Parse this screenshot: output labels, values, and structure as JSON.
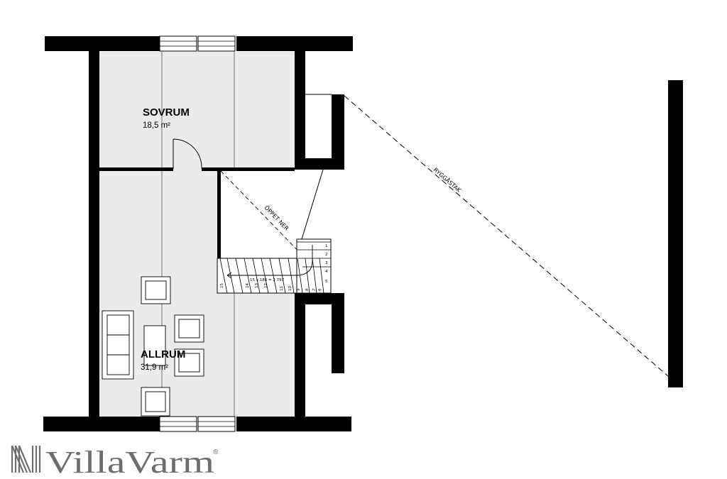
{
  "rooms": {
    "sovrum": {
      "name": "SOVRUM",
      "area": "18,5 m²"
    },
    "allrum": {
      "name": "ALLRUM",
      "area": "31,9 m²"
    }
  },
  "labels": {
    "stair_open": "ÖPPET NER",
    "roof_ridge": "RYGGÅSTAK",
    "stair_spec": "15 x 186 = 2 797"
  },
  "stair_steps": [
    "1",
    "2",
    "3",
    "4",
    "5",
    "6",
    "7",
    "8",
    "9",
    "10",
    "11",
    "12",
    "13",
    "14",
    "15"
  ],
  "logo": {
    "text": "VillaVarm",
    "registered": "®"
  },
  "colors": {
    "wall": "#000000",
    "floor": "#ebebeb",
    "logo": "#6e6e6e"
  }
}
